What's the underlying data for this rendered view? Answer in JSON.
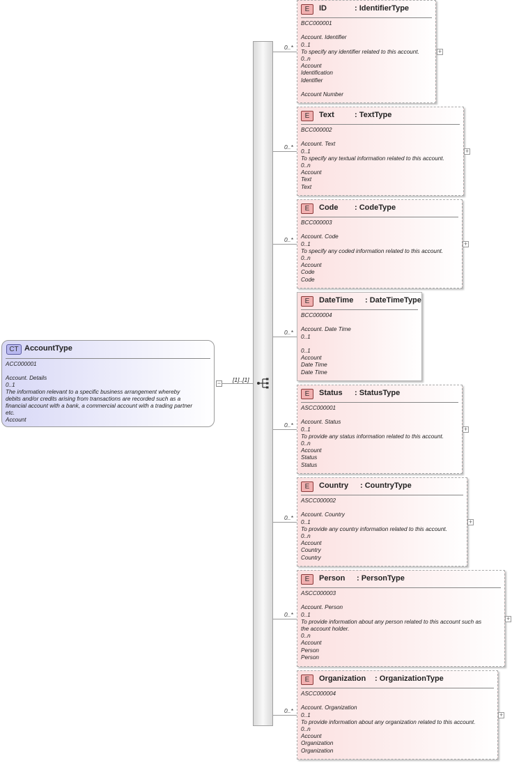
{
  "complex_type": {
    "badge": "CT",
    "name": "AccountType",
    "lines": [
      "ACC000001",
      "",
      "Account. Details",
      "0..1",
      "The information relevant to a specific business arrangement whereby",
      "debits and/or credits arising from transactions are recorded such as a",
      "financial account with a bank, a commercial account with a trading partner",
      "etc.",
      "Account"
    ],
    "collapse_symbol": "−",
    "content_multiplicity": "[1]..[1]"
  },
  "elements": [
    {
      "badge": "E",
      "name": "ID",
      "type": ": IdentifierType",
      "multiplicity": "0..*",
      "expand_symbol": "+",
      "lines": [
        "BCC000001",
        "",
        "Account. Identifier",
        "0..1",
        "To specify any identifier related to this account.",
        "0..n",
        "Account",
        "Identification",
        "Identifier",
        "",
        "Account Number"
      ]
    },
    {
      "badge": "E",
      "name": "Text",
      "type": ": TextType",
      "multiplicity": "0..*",
      "expand_symbol": "+",
      "lines": [
        "BCC000002",
        "",
        "Account. Text",
        "0..1",
        "To specify any textual information related to this account.",
        "0..n",
        "Account",
        "Text",
        "Text"
      ]
    },
    {
      "badge": "E",
      "name": "Code",
      "type": ": CodeType",
      "multiplicity": "0..*",
      "expand_symbol": "+",
      "lines": [
        "BCC000003",
        "",
        "Account. Code",
        "0..1",
        "To specify any coded information related to this account.",
        "0..n",
        "Account",
        "Code",
        "Code"
      ]
    },
    {
      "badge": "E",
      "name": "DateTime",
      "type": ": DateTimeType",
      "multiplicity": "0..*",
      "expand_symbol": "",
      "lines": [
        "BCC000004",
        "",
        "Account. Date Time",
        "0..1",
        "",
        "0..1",
        "Account",
        "Date Time",
        "Date Time"
      ]
    },
    {
      "badge": "E",
      "name": "Status",
      "type": ": StatusType",
      "multiplicity": "0..*",
      "expand_symbol": "+",
      "lines": [
        "ASCC000001",
        "",
        "Account. Status",
        "0..1",
        "To provide any status information related to this account.",
        "0..n",
        "Account",
        "Status",
        "Status"
      ]
    },
    {
      "badge": "E",
      "name": "Country",
      "type": ": CountryType",
      "multiplicity": "0..*",
      "expand_symbol": "+",
      "lines": [
        "ASCC000002",
        "",
        "Account. Country",
        "0..1",
        "To provide any country information related to this account.",
        "0..n",
        "Account",
        "Country",
        "Country"
      ]
    },
    {
      "badge": "E",
      "name": "Person",
      "type": ": PersonType",
      "multiplicity": "0..*",
      "expand_symbol": "+",
      "lines": [
        "ASCC000003",
        "",
        "Account. Person",
        "0..1",
        "To provide information about any person related to this account such as",
        "the account holder.",
        "0..n",
        "Account",
        "Person",
        "Person"
      ]
    },
    {
      "badge": "E",
      "name": "Organization",
      "type": ": OrganizationType",
      "multiplicity": "0..*",
      "expand_symbol": "+",
      "lines": [
        "ASCC000004",
        "",
        "Account. Organization",
        "0..1",
        "To provide information about any organization related to this account.",
        "0..n",
        "Account",
        "Organization",
        "Organization"
      ]
    }
  ]
}
